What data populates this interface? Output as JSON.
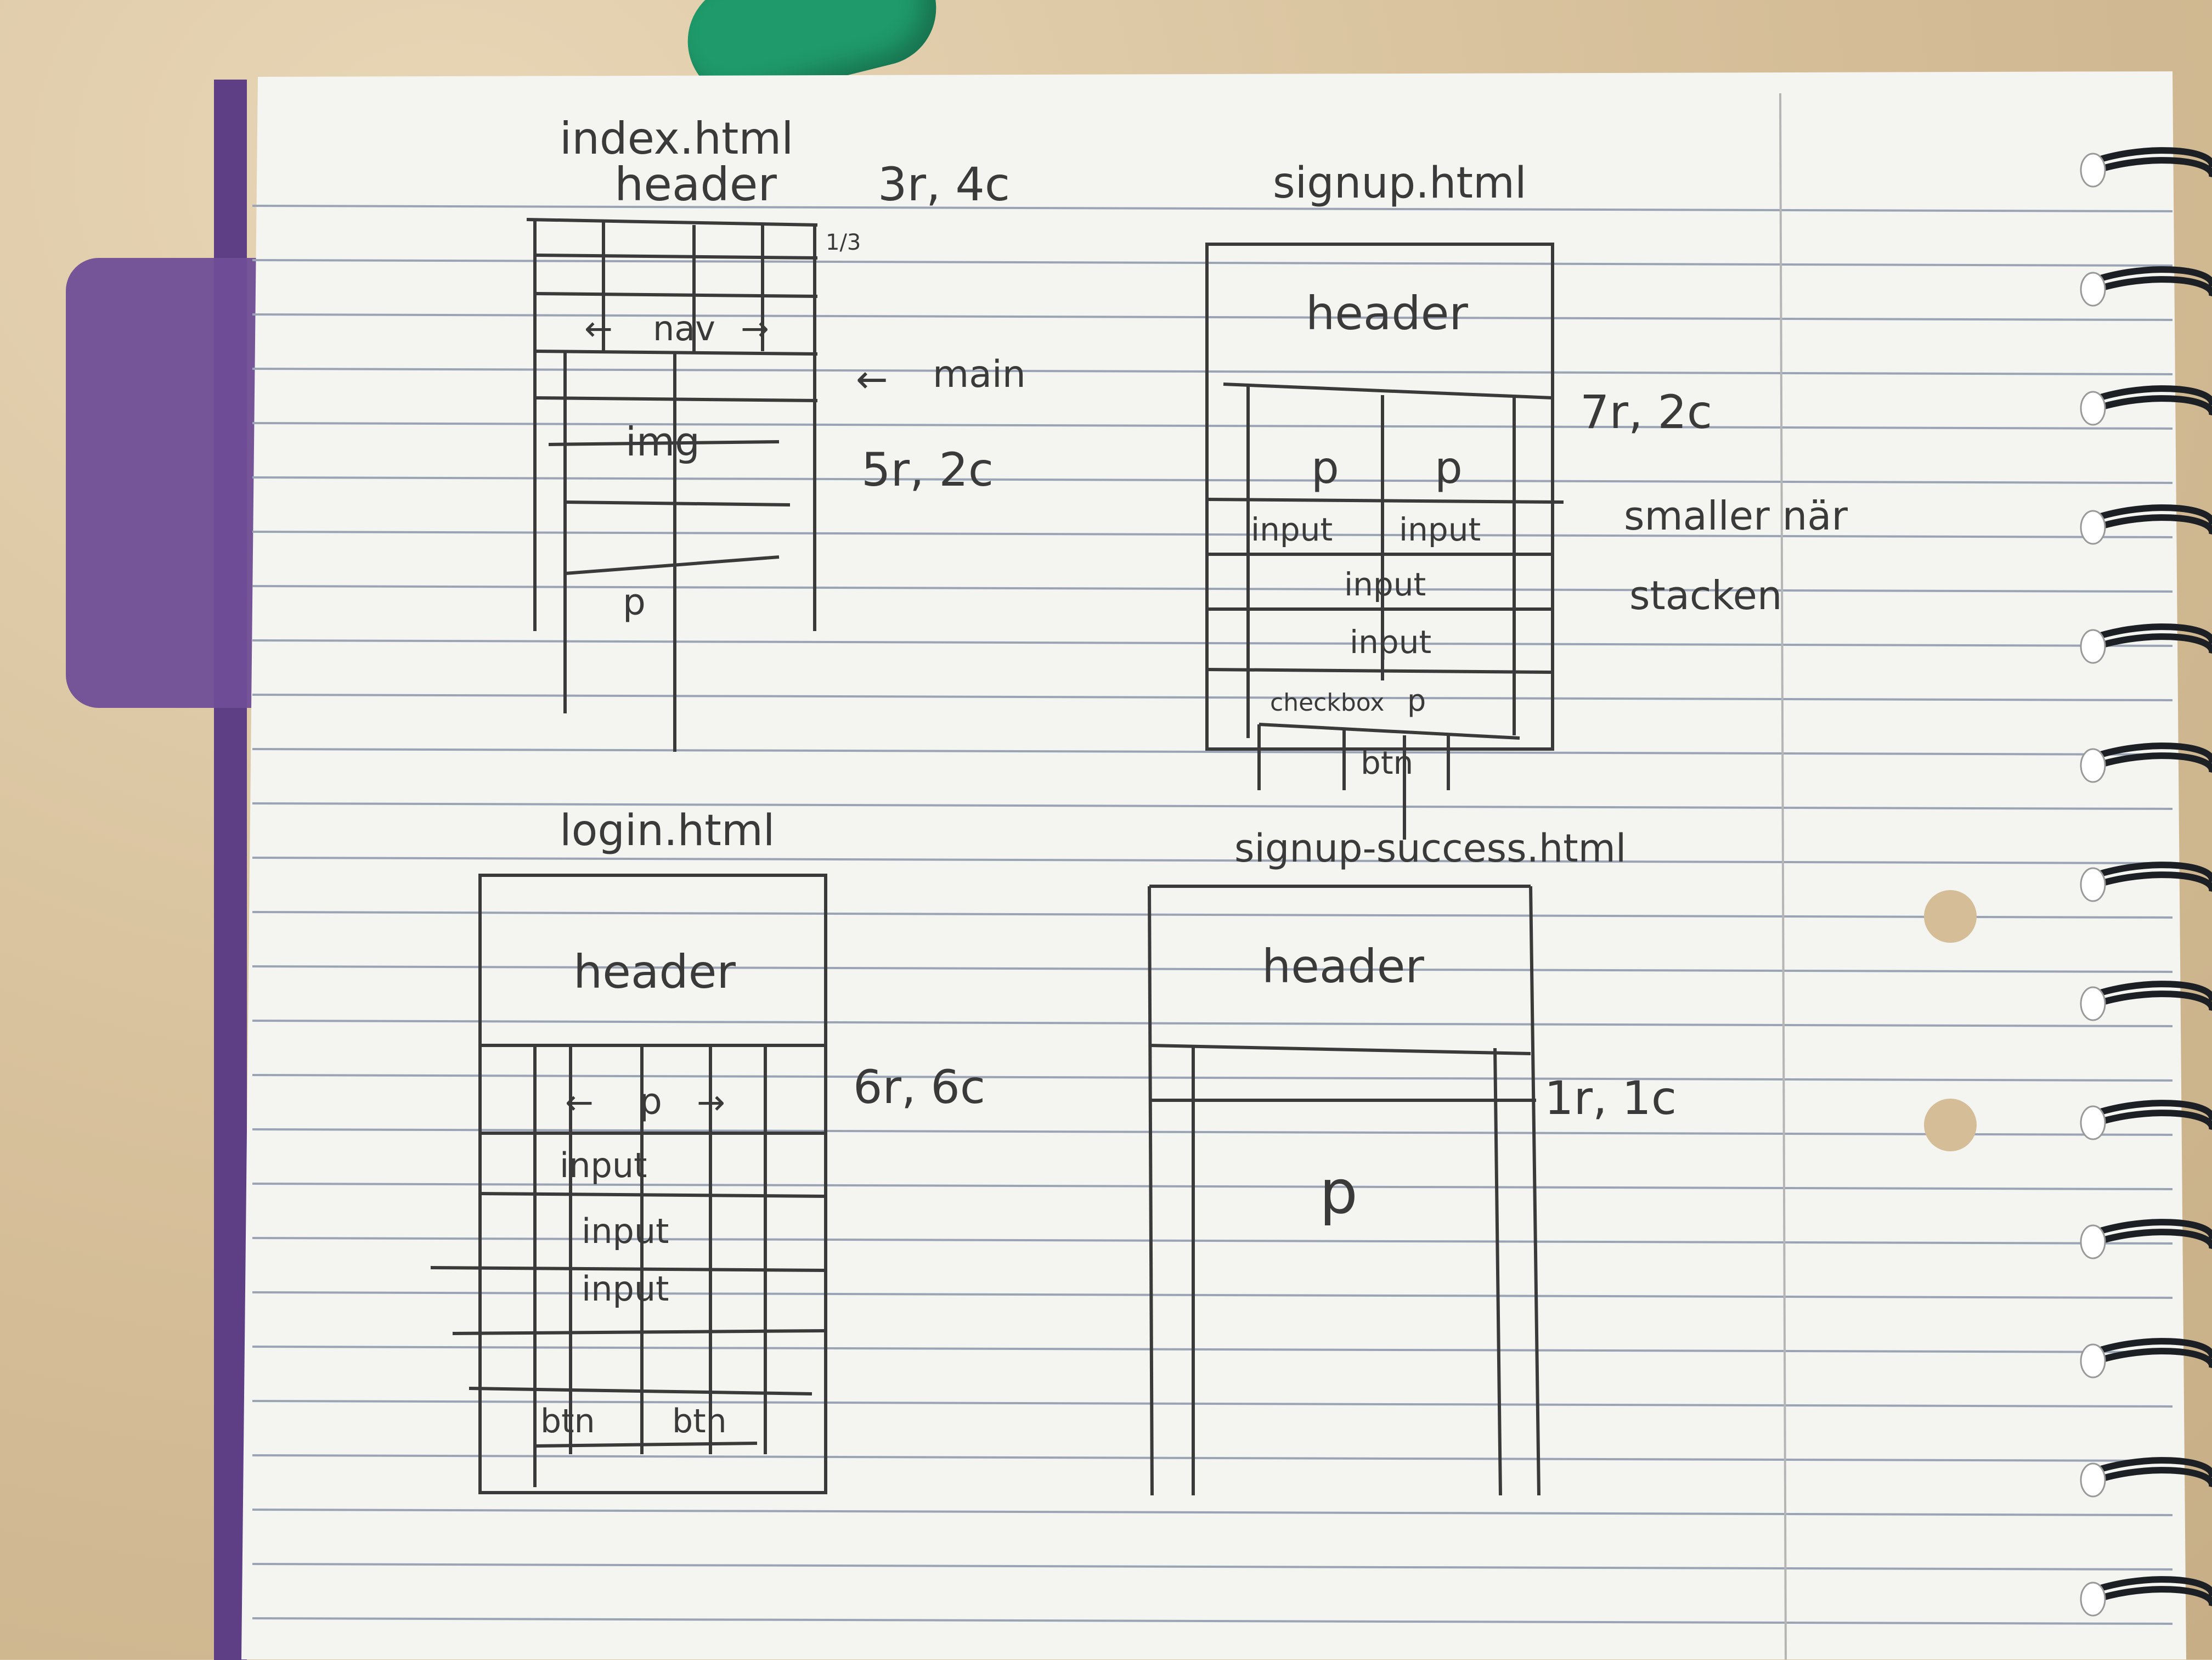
{
  "notes": {
    "index": {
      "title": "index.html",
      "header": "header",
      "grid": "3r, 4c",
      "fraction": "1/3",
      "nav": "nav",
      "main_label": "main",
      "main_grid": "5r, 2c",
      "img": "img",
      "p": "p"
    },
    "signup": {
      "title": "signup.html",
      "header": "header",
      "grid": "7r, 2c",
      "p1": "p",
      "p2": "p",
      "input1": "input",
      "input2": "input",
      "input3": "input",
      "input4": "input",
      "checkbox": "checkbox",
      "checkbox_p": "p",
      "btn": "btn",
      "side_note_1": "smaller när",
      "side_note_2": "stacken"
    },
    "login": {
      "title": "login.html",
      "header": "header",
      "grid": "6r, 6c",
      "p": "p",
      "input1": "input",
      "input2": "input",
      "input3": "input",
      "btn1": "btn",
      "btn2": "btn"
    },
    "success": {
      "title": "signup-success.html",
      "header": "header",
      "grid": "1r, 1c",
      "p": "p"
    }
  },
  "colors": {
    "paper": "#f4f4f1",
    "rule_line": "#9aa4b4",
    "margin_line": "#b5b5b5",
    "ink": "#3a3a3a",
    "eraser": "#1f9a6a",
    "folder_tab": "#6f4e97",
    "spiral": "#1c1f24"
  }
}
